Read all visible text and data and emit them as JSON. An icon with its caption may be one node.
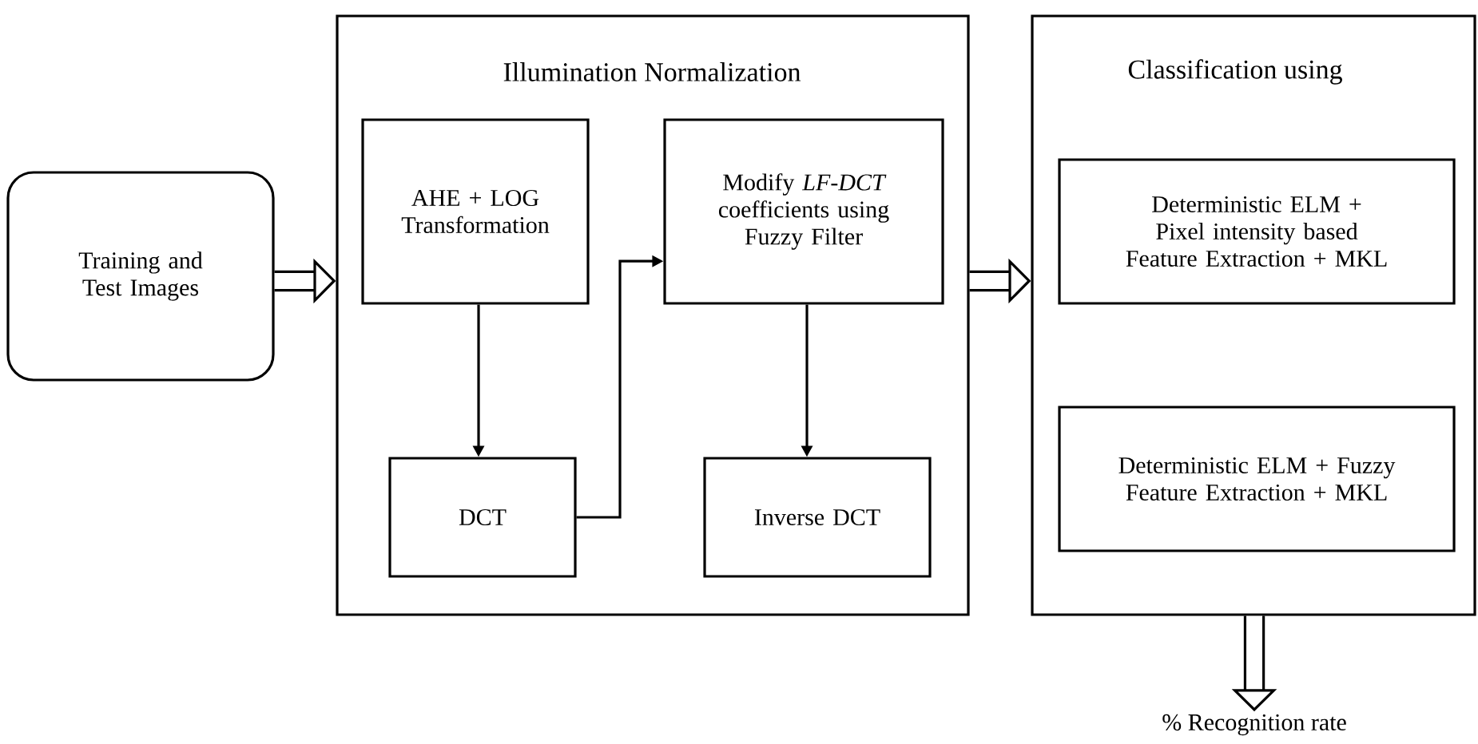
{
  "diagram": {
    "nodes": [
      {
        "text": [
          "Training and Test  Images"
        ]
      },
      {
        "text": [
          "Illumination Normalization"
        ]
      },
      {
        "text": [
          "AHE + LOG Transformation"
        ],
        "in": 1
      },
      {
        "text": [
          "Modify *LF-DCT* coefficients using Fuzzy Filter"
        ],
        "in": 1
      },
      {
        "text": [
          "DCT"
        ],
        "in": 1
      },
      {
        "text": [
          "Inverse DCT"
        ],
        "in": 1
      },
      {
        "text": [
          "Classification using"
        ]
      },
      {
        "text": [
          "Deterministic ELM  + Pixel intensity based Feature Extraction + MKL"
        ],
        "in": 6
      },
      {
        "text": [
          "Deterministic ELM + Fuzzy Feature Extraction + MKL"
        ],
        "in": 6
      },
      {
        "text": [
          "% Recognition rate"
        ]
      }
    ],
    "edges": [
      {
        "from": 0,
        "to": 1,
        "arrow": "to",
        "style": "thick"
      },
      {
        "from": 2,
        "to": 4,
        "arrow": "to"
      },
      {
        "from": 4,
        "to": 3,
        "arrow": "to"
      },
      {
        "from": 3,
        "to": 5,
        "arrow": "to"
      },
      {
        "from": 1,
        "to": 6,
        "arrow": "to",
        "style": "thick"
      },
      {
        "from": 6,
        "to": 9,
        "arrow": "to",
        "style": "thick"
      }
    ]
  }
}
